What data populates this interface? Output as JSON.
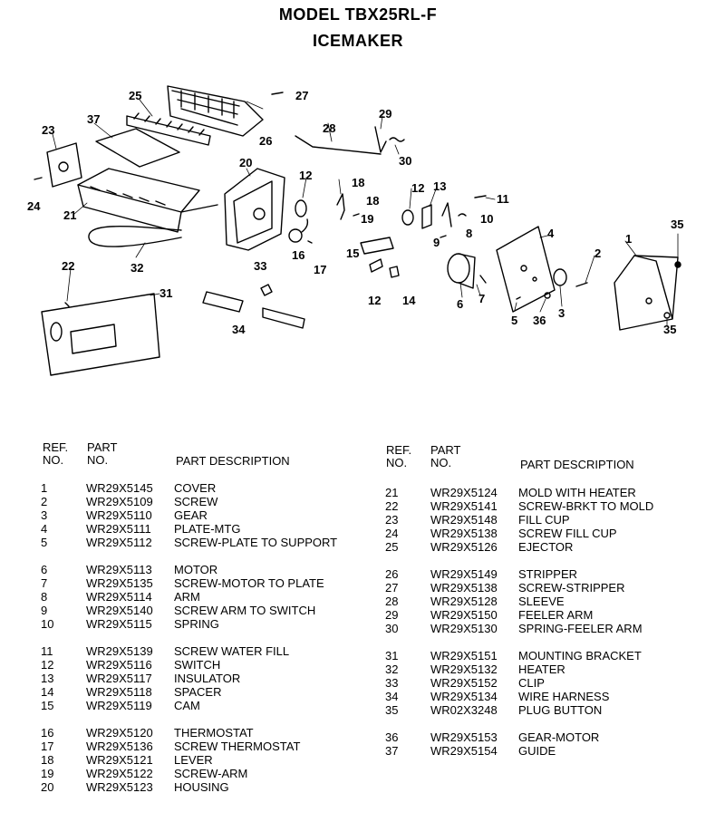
{
  "header": {
    "model": "MODEL TBX25RL-F",
    "section": "ICEMAKER"
  },
  "table_headers": {
    "ref_line1": "REF.",
    "ref_line2": "NO.",
    "part_line1": "PART",
    "part_line2": "NO.",
    "description": "PART DESCRIPTION"
  },
  "callouts": [
    "1",
    "2",
    "3",
    "4",
    "5",
    "6",
    "7",
    "8",
    "9",
    "10",
    "11",
    "12",
    "12",
    "12",
    "13",
    "14",
    "15",
    "16",
    "17",
    "18",
    "18",
    "19",
    "20",
    "21",
    "22",
    "23",
    "24",
    "25",
    "26",
    "27",
    "28",
    "29",
    "30",
    "31",
    "32",
    "33",
    "34",
    "35",
    "35",
    "36",
    "37"
  ],
  "parts_left": [
    {
      "ref": "1",
      "part": "WR29X5145",
      "desc": "COVER"
    },
    {
      "ref": "2",
      "part": "WR29X5109",
      "desc": "SCREW"
    },
    {
      "ref": "3",
      "part": "WR29X5110",
      "desc": "GEAR"
    },
    {
      "ref": "4",
      "part": "WR29X5111",
      "desc": "PLATE-MTG"
    },
    {
      "ref": "5",
      "part": "WR29X5112",
      "desc": "SCREW-PLATE TO SUPPORT"
    },
    {
      "ref": "6",
      "part": "WR29X5113",
      "desc": "MOTOR"
    },
    {
      "ref": "7",
      "part": "WR29X5135",
      "desc": "SCREW-MOTOR TO PLATE"
    },
    {
      "ref": "8",
      "part": "WR29X5114",
      "desc": "ARM"
    },
    {
      "ref": "9",
      "part": "WR29X5140",
      "desc": "SCREW ARM TO SWITCH"
    },
    {
      "ref": "10",
      "part": "WR29X5115",
      "desc": "SPRING"
    },
    {
      "ref": "11",
      "part": "WR29X5139",
      "desc": "SCREW WATER FILL"
    },
    {
      "ref": "12",
      "part": "WR29X5116",
      "desc": "SWITCH"
    },
    {
      "ref": "13",
      "part": "WR29X5117",
      "desc": "INSULATOR"
    },
    {
      "ref": "14",
      "part": "WR29X5118",
      "desc": "SPACER"
    },
    {
      "ref": "15",
      "part": "WR29X5119",
      "desc": "CAM"
    },
    {
      "ref": "16",
      "part": "WR29X5120",
      "desc": "THERMOSTAT"
    },
    {
      "ref": "17",
      "part": "WR29X5136",
      "desc": "SCREW THERMOSTAT"
    },
    {
      "ref": "18",
      "part": "WR29X5121",
      "desc": "LEVER"
    },
    {
      "ref": "19",
      "part": "WR29X5122",
      "desc": "SCREW-ARM"
    },
    {
      "ref": "20",
      "part": "WR29X5123",
      "desc": "HOUSING"
    }
  ],
  "parts_right": [
    {
      "ref": "21",
      "part": "WR29X5124",
      "desc": "MOLD WITH HEATER"
    },
    {
      "ref": "22",
      "part": "WR29X5141",
      "desc": "SCREW-BRKT TO MOLD"
    },
    {
      "ref": "23",
      "part": "WR29X5148",
      "desc": "FILL CUP"
    },
    {
      "ref": "24",
      "part": "WR29X5138",
      "desc": "SCREW FILL CUP"
    },
    {
      "ref": "25",
      "part": "WR29X5126",
      "desc": "EJECTOR"
    },
    {
      "ref": "26",
      "part": "WR29X5149",
      "desc": "STRIPPER"
    },
    {
      "ref": "27",
      "part": "WR29X5138",
      "desc": "SCREW-STRIPPER"
    },
    {
      "ref": "28",
      "part": "WR29X5128",
      "desc": "SLEEVE"
    },
    {
      "ref": "29",
      "part": "WR29X5150",
      "desc": "FEELER ARM"
    },
    {
      "ref": "30",
      "part": "WR29X5130",
      "desc": "SPRING-FEELER ARM"
    },
    {
      "ref": "31",
      "part": "WR29X5151",
      "desc": "MOUNTING BRACKET"
    },
    {
      "ref": "32",
      "part": "WR29X5132",
      "desc": "HEATER"
    },
    {
      "ref": "33",
      "part": "WR29X5152",
      "desc": "CLIP"
    },
    {
      "ref": "34",
      "part": "WR29X5134",
      "desc": "WIRE HARNESS"
    },
    {
      "ref": "35",
      "part": "WR02X3248",
      "desc": "PLUG BUTTON"
    },
    {
      "ref": "36",
      "part": "WR29X5153",
      "desc": "GEAR-MOTOR"
    },
    {
      "ref": "37",
      "part": "WR29X5154",
      "desc": "GUIDE"
    }
  ]
}
